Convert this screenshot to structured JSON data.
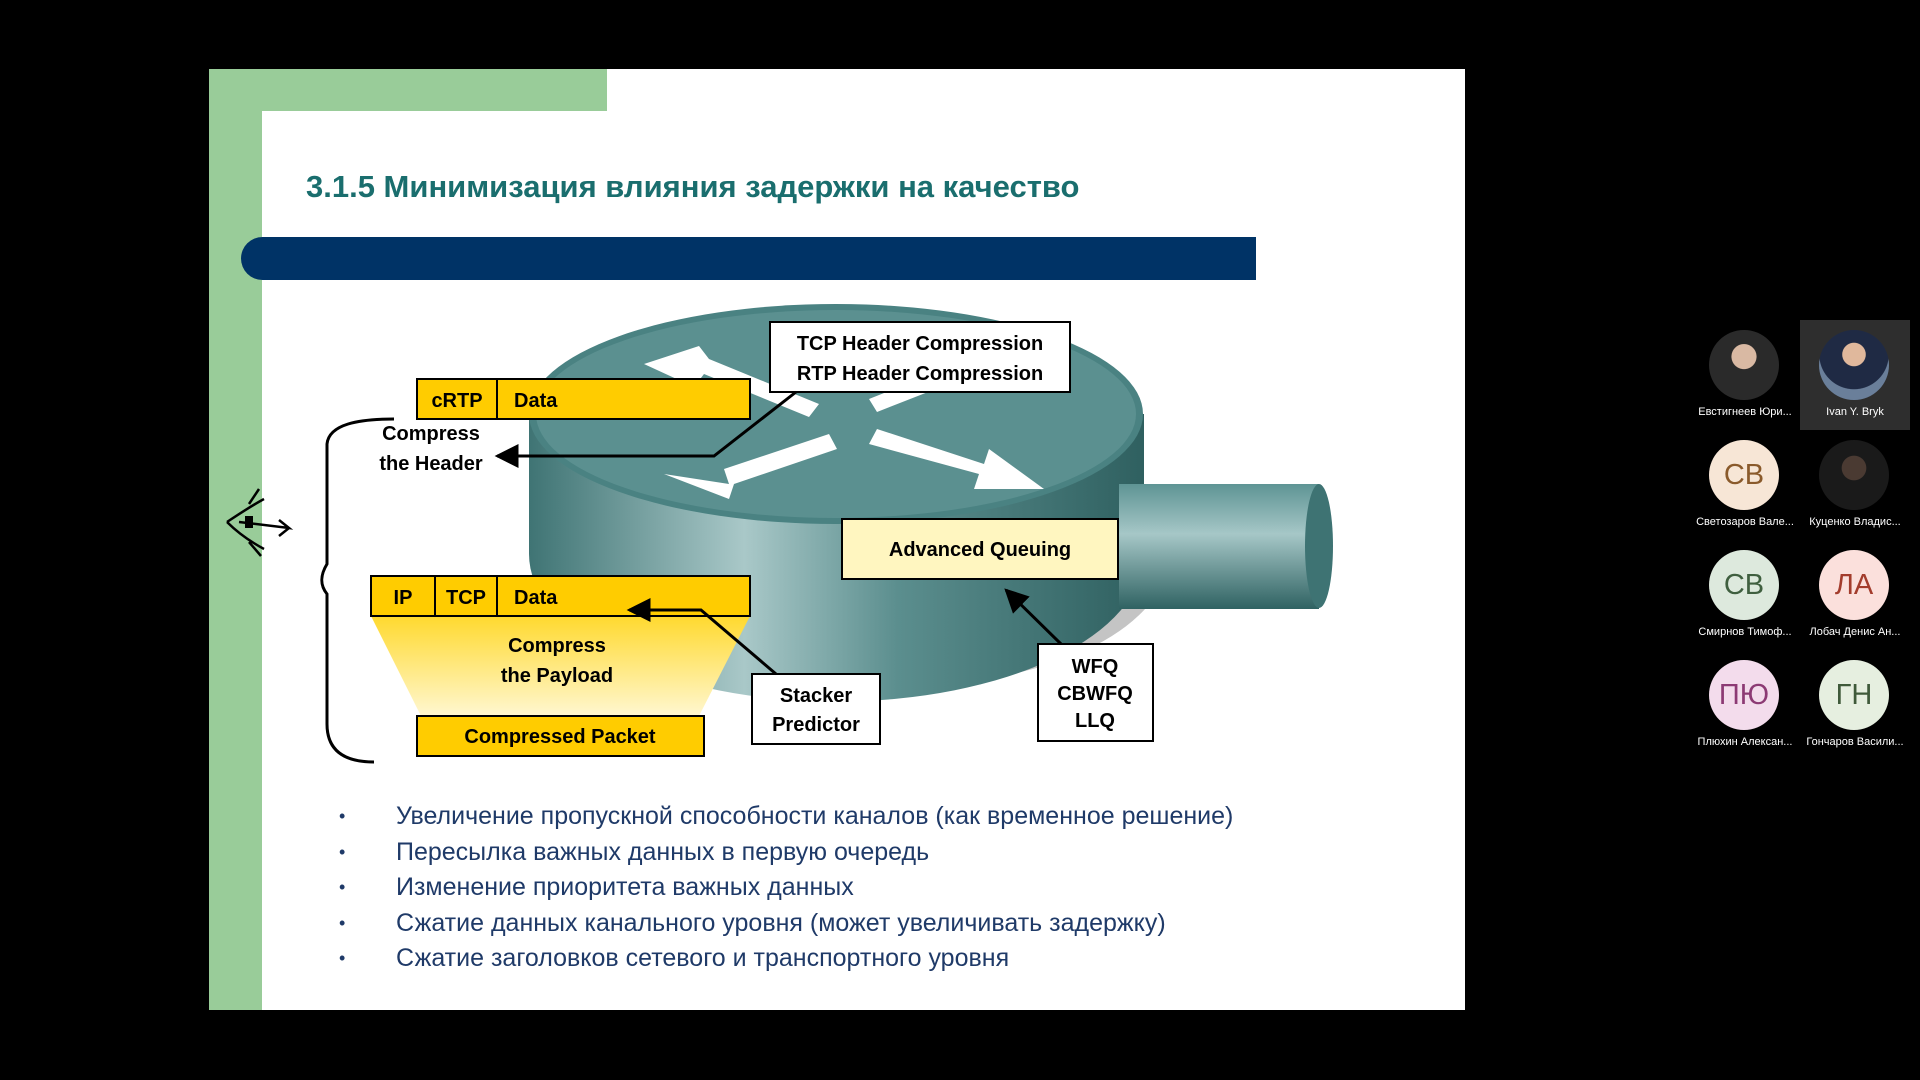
{
  "slide": {
    "title": "3.1.5 Минимизация влияния задержки на качество",
    "diagram": {
      "crtp": "cRTP",
      "data": "Data",
      "compress_header_1": "Compress",
      "compress_header_2": "the Header",
      "ip": "IP",
      "tcp": "TCP",
      "compress_payload_1": "Compress",
      "compress_payload_2": "the Payload",
      "compressed_packet": "Compressed Packet",
      "tcp_header_compression": "TCP Header Compression",
      "rtp_header_compression": "RTP Header Compression",
      "advanced_queuing": "Advanced Queuing",
      "stacker": "Stacker",
      "predictor": "Predictor",
      "wfq": "WFQ",
      "cbwfq": "CBWFQ",
      "llq": "LLQ"
    },
    "bullets": [
      "Увеличение пропускной способности каналов (как временное решение)",
      "Пересылка важных данных в первую очередь",
      "Изменение приоритета важных данных",
      "Сжатие данных канального уровня (может увеличивать задержку)",
      "Сжатие заголовков сетевого и транспортного уровня"
    ]
  },
  "participants": [
    {
      "name": "Евстигнеев Юри...",
      "initials": "",
      "avatar": "photo"
    },
    {
      "name": "Ivan Y. Bryk",
      "initials": "",
      "avatar": "photo",
      "active": true
    },
    {
      "name": "Светозаров Вале...",
      "initials": "СВ",
      "color": "#f7e6d6",
      "text_color": "#8a5a2b"
    },
    {
      "name": "Куценко Владис...",
      "initials": "",
      "avatar": "photo"
    },
    {
      "name": "Смирнов Тимоф...",
      "initials": "СВ",
      "color": "#dde9dd",
      "text_color": "#3f5f3f"
    },
    {
      "name": "Лобач Денис Ан...",
      "initials": "ЛА",
      "color": "#fbe0dc",
      "text_color": "#a33c2c"
    },
    {
      "name": "Плюхин Алексан...",
      "initials": "ПЮ",
      "color": "#f3dcec",
      "text_color": "#8c3a74"
    },
    {
      "name": "Гончаров Васили...",
      "initials": "ГН",
      "color": "#e6efe0",
      "text_color": "#3f5a3a"
    }
  ]
}
